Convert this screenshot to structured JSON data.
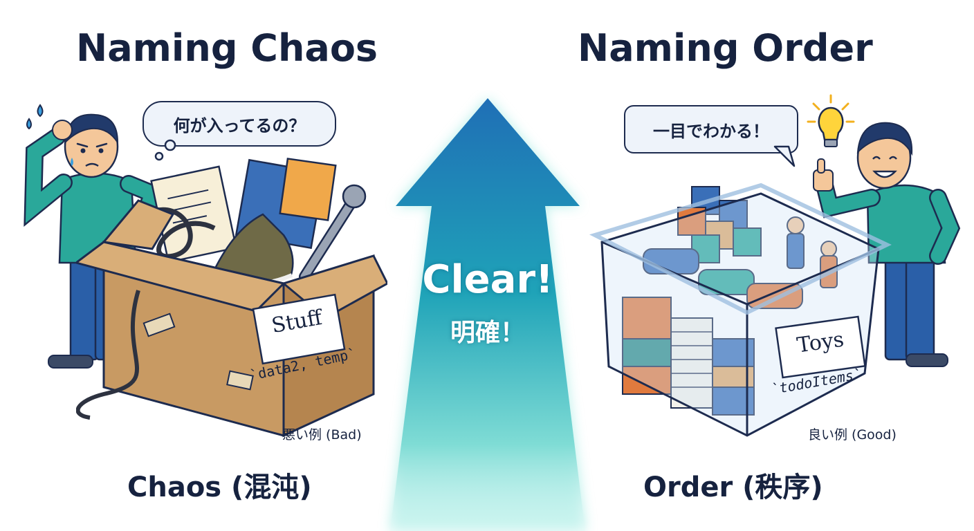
{
  "left": {
    "title": "Naming Chaos",
    "bubble": "何が入ってるの？",
    "box_label": "Stuff",
    "code_label": "`data2, temp`",
    "example_tag": "悪い例 (Bad)",
    "caption": "Chaos (混沌)"
  },
  "right": {
    "title": "Naming Order",
    "bubble": "一目でわかる！",
    "box_label": "Toys",
    "code_label": "`todoItems`",
    "example_tag": "良い例 (Good)",
    "caption": "Order (秩序)"
  },
  "center": {
    "main": "Clear!",
    "sub": "明確！"
  },
  "colors": {
    "ink": "#16223f",
    "arrow_top": "#1f73b8",
    "arrow_bottom": "#bff1ea",
    "cardboard": "#c89a63",
    "shirt": "#2aa89a"
  }
}
